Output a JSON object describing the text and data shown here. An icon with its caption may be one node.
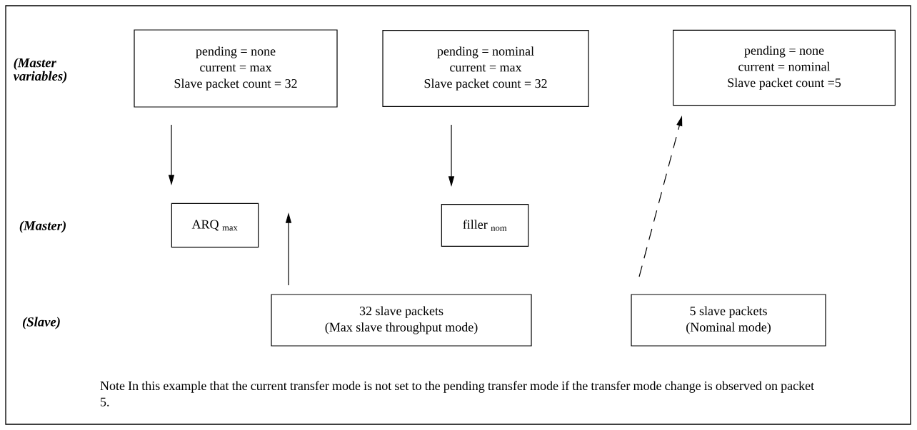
{
  "diagram": {
    "nodes": [
      {
        "text": [
          "pending = none",
          "current = max",
          "Slave packet count = 32"
        ]
      },
      {
        "text": [
          "pending = nominal",
          "current = max",
          "Slave packet count = 32"
        ]
      },
      {
        "text": [
          "pending = none",
          "current = nominal",
          "Slave packet count =5"
        ]
      },
      {
        "text": [
          "ARQ $_{max}$"
        ]
      },
      {
        "text": [
          "filler $_{nom}$"
        ]
      },
      {
        "text": [
          "32 slave packets",
          "(Max slave throughput mode)"
        ]
      },
      {
        "text": [
          "5 slave packets",
          "(Nominal mode)"
        ]
      }
    ],
    "edges": [
      {
        "from": 0,
        "to": 3,
        "arrow": "to"
      },
      {
        "from": 1,
        "to": 4,
        "arrow": "to"
      },
      {
        "from": 5,
        "to": 3,
        "arrow": "to"
      },
      {
        "from": 6,
        "to": 2,
        "arrow": "to",
        "style": "dashed"
      }
    ],
    "labels": [
      "(Master variables)",
      "(Master)",
      "(Slave)",
      "Note In this example that the current transfer mode is not set to the pending transfer mode if the transfer mode change is observed on packet 5."
    ]
  }
}
